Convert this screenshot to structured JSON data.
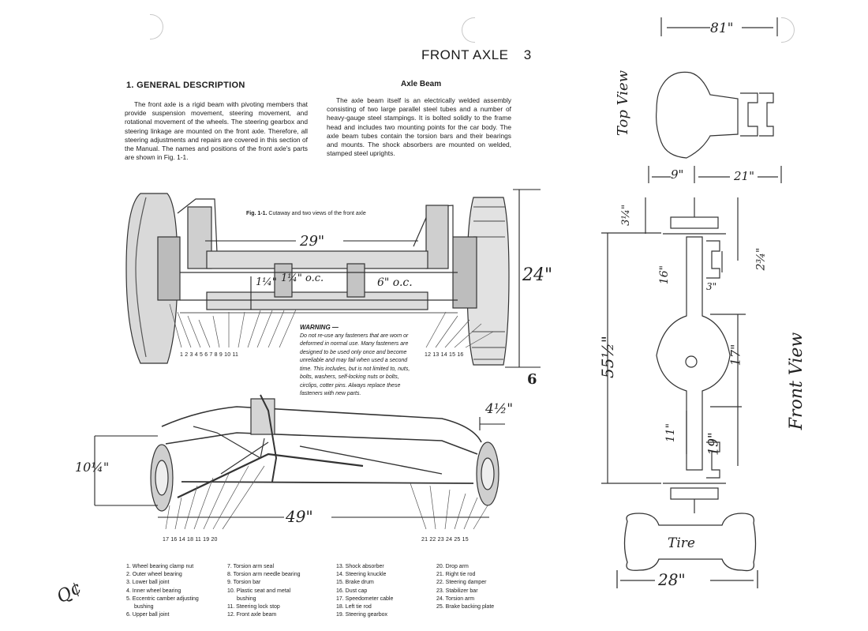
{
  "page": {
    "header": "FRONT AXLE",
    "chapter": "3",
    "section_title": "1. GENERAL DESCRIPTION",
    "section_text": "The front axle is a rigid beam with pivoting members that provide suspension movement, steering movement, and rotational movement of the wheels. The steering gearbox and steering linkage are mounted on the front axle. Therefore, all steering adjustments and repairs are covered in this section of the Manual. The names and positions of the front axle's parts are shown in Fig. 1-1.",
    "axle_beam_title": "Axle Beam",
    "axle_beam_text": "The axle beam itself is an electrically welded assembly consisting of two large parallel steel tubes and a number of heavy-gauge steel stampings. It is bolted solidly to the frame head and includes two mounting points for the car body. The axle beam tubes contain the torsion bars and their bearings and mounts. The shock absorbers are mounted on welded, stamped steel uprights.",
    "figure_label": "Fig. 1-1.",
    "figure_caption": "Cutaway and two views of the front axle",
    "warning_title": "WARNING —",
    "warning_text": "Do not re-use any fasteners that are worn or deformed in normal use. Many fasteners are designed to be used only once and become unreliable and may fail when used a second time. This includes, but is not limited to, nuts, bolts, washers, self-locking nuts or bolts, circlips, cotter pins. Always replace these fasteners with new parts.",
    "numbers_row1_left": "1  2  3  4  5  6  7  8  9  10  11",
    "numbers_row1_right": "12  13  14  15  16",
    "numbers_row2_left": "17  16  14  18  11  19  20",
    "numbers_row2_right": "21  22  23  24  25  15",
    "page_mark": "6",
    "legend": [
      [
        "1. Wheel bearing clamp nut",
        "2. Outer wheel bearing",
        "3. Lower ball joint",
        "4. Inner wheel bearing",
        "5. Eccentric camber adjusting",
        "bushing",
        "6. Upper ball joint"
      ],
      [
        "7. Torsion arm seal",
        "8. Torsion arm needle bearing",
        "9. Torsion bar",
        "10. Plastic seat and metal",
        "bushing",
        "11. Steering lock stop",
        "12. Front axle beam"
      ],
      [
        "13. Shock absorber",
        "14. Steering knuckle",
        "15. Brake drum",
        "16. Dust cap",
        "17. Speedometer cable",
        "18. Left tie rod",
        "19. Steering gearbox"
      ],
      [
        "20. Drop arm",
        "21. Right tie rod",
        "22. Steering damper",
        "23. Stabilizer bar",
        "24. Torsion arm",
        "25. Brake backing plate"
      ]
    ]
  },
  "handwritten": {
    "d_29": "29\"",
    "d_1_14": "1¼\"",
    "d_1_14_oc": "1¼\" o.c.",
    "d_6_oc": "6\" o.c.",
    "d_24": "24\"",
    "d_4_12": "4½\"",
    "d_10_14": "10¼\"",
    "d_49": "49\"",
    "d_81": "81\"",
    "top_view": "Top View",
    "d_9": "9\"",
    "d_21": "21\"",
    "d_3_14": "3¼\"",
    "d_16": "16\"",
    "d_2_34": "2¾\"",
    "d_3": "3\"",
    "d_55_12": "55½\"",
    "d_17": "17\"",
    "front_view": "Front View",
    "d_11": "11\"",
    "d_19": "19\"",
    "tire": "Tire",
    "d_28": "28\"",
    "corner_mark": "Q¢"
  }
}
